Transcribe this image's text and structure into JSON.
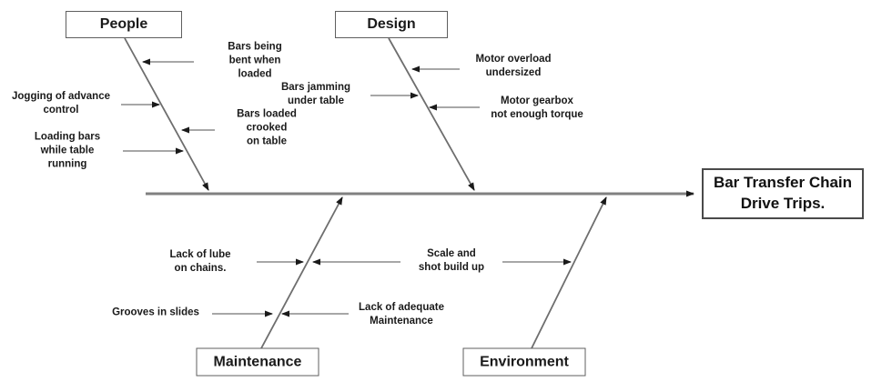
{
  "diagram": {
    "type": "fishbone-cause-effect",
    "effect": {
      "label": "Bar Transfer Chain\nDrive Trips."
    },
    "branches": {
      "people": {
        "label": "People",
        "causes": {
          "bars_being_bent": "Bars being\nbent when\nloaded",
          "jogging": "Jogging of advance\ncontrol",
          "bars_loaded_crooked": "Bars loaded\ncrooked\non table",
          "loading_bars": "Loading bars\nwhile table\nrunning"
        }
      },
      "design": {
        "label": "Design",
        "causes": {
          "motor_overload": "Motor overload\nundersized",
          "bars_jamming": "Bars jamming\nunder table",
          "motor_gearbox": "Motor gearbox\nnot enough torque"
        }
      },
      "maintenance": {
        "label": "Maintenance",
        "causes": {
          "lack_of_lube": "Lack of lube\non chains.",
          "grooves_in_slides": "Grooves in slides",
          "lack_of_adequate": "Lack of adequate\nMaintenance"
        }
      },
      "environment": {
        "label": "Environment",
        "causes": {
          "scale_and_shot": "Scale and\nshot build up"
        }
      }
    },
    "colors": {
      "background": "#ffffff",
      "spine_line": "#808080",
      "bone_line": "#6e6e6e",
      "cause_arrow_line": "#8a8a8a",
      "arrowhead": "#1a1a1a",
      "box_border": "#5f5f5f",
      "text": "#1a1a1a"
    }
  }
}
